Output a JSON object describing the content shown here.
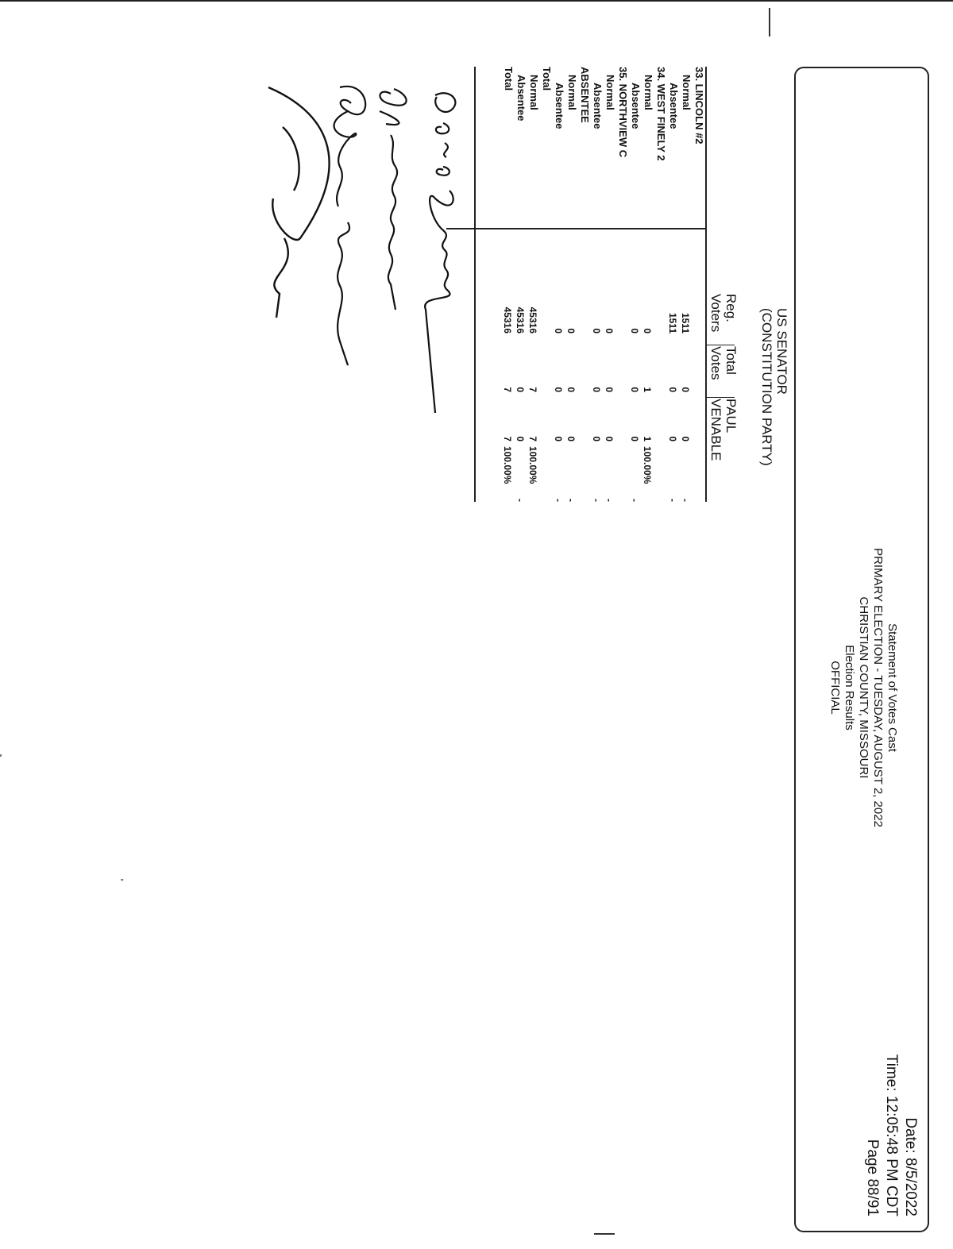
{
  "header": {
    "report_title": "Statement of Votes Cast",
    "election": "PRIMARY ELECTION - TUESDAY, AUGUST 2, 2022",
    "county": "CHRISTIAN COUNTY, MISSOURI",
    "subtitle": "Election Results",
    "status": "OFFICIAL",
    "date": "Date: 8/5/2022",
    "time": "Time: 12:05:48 PM CDT",
    "page": "Page 88/91"
  },
  "contest": {
    "office": "US SENATOR",
    "party": "(CONSTITUTION PARTY)"
  },
  "columns": {
    "reg_voters_line1": "Reg.",
    "reg_voters_line2": "Voters",
    "total_votes_line1": "Total",
    "total_votes_line2": "Votes",
    "candidate_line1": "PAUL",
    "candidate_line2": "VENABLE"
  },
  "rows": [
    {
      "label": "33. LINCOLN #2",
      "reg": "",
      "total": "",
      "votes": "",
      "pct": "",
      "indent": 0
    },
    {
      "label": "Normal",
      "reg": "1511",
      "total": "0",
      "votes": "0",
      "pct": "-",
      "indent": 1
    },
    {
      "label": "Absentee",
      "reg": "1511",
      "total": "0",
      "votes": "0",
      "pct": "-",
      "indent": 2
    },
    {
      "label": "34. WEST FINELY 2",
      "reg": "",
      "total": "",
      "votes": "",
      "pct": "",
      "indent": 0
    },
    {
      "label": "Normal",
      "reg": "0",
      "total": "1",
      "votes": "1",
      "pct": "100.00%",
      "indent": 1
    },
    {
      "label": "Absentee",
      "reg": "0",
      "total": "0",
      "votes": "0",
      "pct": "-",
      "indent": 2
    },
    {
      "label": "35. NORTHVIEW C",
      "reg": "",
      "total": "",
      "votes": "",
      "pct": "",
      "indent": 0
    },
    {
      "label": "Normal",
      "reg": "0",
      "total": "0",
      "votes": "0",
      "pct": "-",
      "indent": 1
    },
    {
      "label": "Absentee",
      "reg": "0",
      "total": "0",
      "votes": "0",
      "pct": "-",
      "indent": 2
    },
    {
      "label": "ABSENTEE",
      "reg": "",
      "total": "",
      "votes": "",
      "pct": "",
      "indent": 0
    },
    {
      "label": "Normal",
      "reg": "0",
      "total": "0",
      "votes": "0",
      "pct": "-",
      "indent": 1
    },
    {
      "label": "Absentee",
      "reg": "0",
      "total": "0",
      "votes": "0",
      "pct": "-",
      "indent": 2
    },
    {
      "label": "Total",
      "reg": "",
      "total": "",
      "votes": "",
      "pct": "",
      "indent": 0
    },
    {
      "label": "Normal",
      "reg": "45316",
      "total": "7",
      "votes": "7",
      "pct": "100.00%",
      "indent": 1
    },
    {
      "label": "Absentee",
      "reg": "45316",
      "total": "0",
      "votes": "0",
      "pct": "-",
      "indent": 1
    },
    {
      "label": "Total",
      "reg": "45316",
      "total": "7",
      "votes": "7",
      "pct": "100.00%",
      "indent": 0
    }
  ],
  "signatures": [
    {
      "text": "Carla Emerich"
    },
    {
      "text": "Joe Ruscep"
    },
    {
      "text": "Robert C Oakes"
    },
    {
      "text": "Tom"
    }
  ],
  "colors": {
    "ink": "#111111",
    "paper": "#ffffff"
  }
}
